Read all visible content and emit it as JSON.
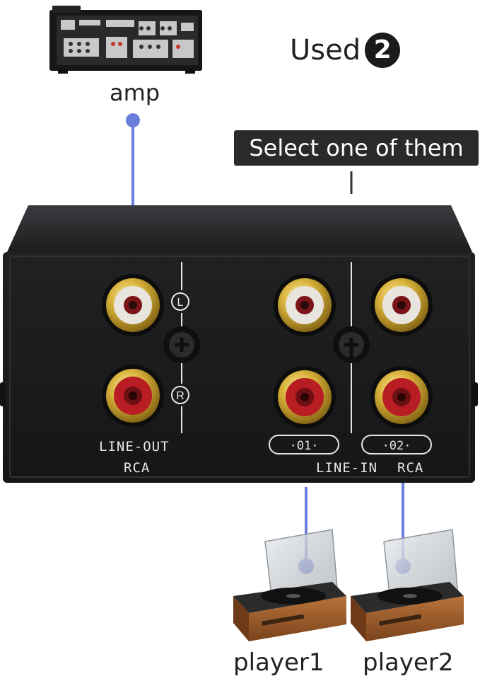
{
  "labels": {
    "amp": "amp",
    "used_word": "Used",
    "used_number": "2",
    "select_banner": "Select one of them",
    "player1": "player1",
    "player2": "player2"
  },
  "device_markings": {
    "left_channel": "L",
    "right_channel": "R",
    "line_out": "LINE-OUT",
    "rca_left": "RCA",
    "input_1": "·01·",
    "input_2": "·02·",
    "line_in": "LINE-IN",
    "rca_right": "RCA"
  },
  "colors": {
    "connector_line": "#6b7ddb",
    "banner_bg": "#2a2a2a",
    "device_body": "#1e1f21",
    "gold": "#c9a227",
    "red_jack": "#b81d24",
    "white_jack": "#e8e4de",
    "walnut": "#9a5a2e"
  }
}
